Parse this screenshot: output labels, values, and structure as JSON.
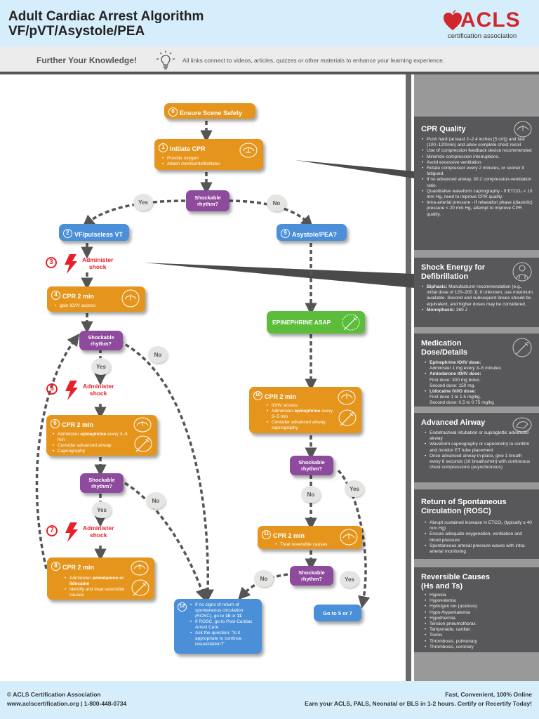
{
  "header": {
    "title_line1": "Adult Cardiac Arrest Algorithm",
    "title_line2": "VF/pVT/Asystole/PEA",
    "logo_text": "ACLS",
    "logo_subtext": "certification association"
  },
  "knowledge_bar": {
    "title": "Further Your Knowledge!",
    "icon": "lightbulb-icon",
    "description": "All links connect to videos, articles, quizzes or other materials to enhance your learning experience."
  },
  "flowchart": {
    "step0": {
      "num": "0",
      "title": "Ensure Scene Safety"
    },
    "step1": {
      "num": "1",
      "title": "Initiate CPR",
      "items": [
        "Provide oxygen",
        "Attach monitor/defibrillator"
      ]
    },
    "decision1": "Shockable rhythm?",
    "yes": "Yes",
    "no": "No",
    "step2": {
      "num": "2",
      "title": "VF/pulseless VT"
    },
    "step9": {
      "num": "9",
      "title": "Asystole/PEA?"
    },
    "step3": {
      "num": "3",
      "line1": "Administer",
      "line2": "shock"
    },
    "step4": {
      "num": "4",
      "title": "CPR 2 min",
      "items": [
        "gain IO/IV access"
      ]
    },
    "decision2": "Shockable rhythm?",
    "step5": {
      "num": "5",
      "line1": "Administer",
      "line2": "shock"
    },
    "step6": {
      "num": "6",
      "title": "CPR 2 min",
      "items": [
        {
          "pre": "Administer ",
          "bold": "epinephrine",
          "post": " every 3–5 min"
        },
        {
          "pre": "Consider advanced airway",
          "bold": "",
          "post": ""
        },
        {
          "pre": "Capnography",
          "bold": "",
          "post": ""
        }
      ]
    },
    "decision3": "Shockable rhythm?",
    "step7": {
      "num": "7",
      "line1": "Administer",
      "line2": "shock"
    },
    "step8": {
      "num": "8",
      "title": "CPR 2 min",
      "items": [
        {
          "pre": "Administer ",
          "bold": "amiodarone or lidocaine",
          "post": ""
        },
        {
          "pre": "Identify and treat reversible causes",
          "bold": "",
          "post": ""
        }
      ]
    },
    "epinephrine": "EPINEPHRINE ASAP",
    "step10": {
      "num": "10",
      "title": "CPR 2 min",
      "items": [
        {
          "pre": "IO/IV access",
          "bold": "",
          "post": ""
        },
        {
          "pre": "Administer ",
          "bold": "epinephrine",
          "post": " every 3–5 min"
        },
        {
          "pre": "Consider advanced airway, capnography",
          "bold": "",
          "post": ""
        }
      ]
    },
    "decision4": "Shockable rhythm?",
    "step11": {
      "num": "11",
      "title": "CPR 2 min",
      "items": [
        "Treat reversible causes"
      ]
    },
    "decision5": "Shockable rhythm?",
    "goto": "Go to 5 or 7",
    "step12": {
      "num": "12",
      "items": [
        {
          "pre": "If no signs of return of spontaneous circulation (ROSC), go to ",
          "bold": "10",
          "mid": " or ",
          "bold2": "11"
        },
        {
          "pre": "If ROSC, go to Post-Cardiac Arrest Care"
        },
        {
          "pre": "Ask the question: \"Is it appropriate to continue resuscitation?\""
        }
      ]
    }
  },
  "sidebar": {
    "cpr_quality": {
      "title": "CPR Quality",
      "items": [
        "Push hard (at least 2–2.4 inches [5 cm]) and fast (100–120/min) and allow complete chest recoil.",
        "Use of compression feedback device recommended",
        "Minimize compression interruptions.",
        "Avoid excessive ventilation.",
        "Rotate compressor every 2 minutes, or sooner if fatigued.",
        "If no advanced airway, 30:2 compression-ventilation ratio.",
        "Quantitative waveform capnography - If ETCO₂ < 10 mm Hg, need to improve CPR quality.",
        "Intra-arterial pressure - If relaxation phase (diastolic) pressure < 20 mm Hg, attempt to improve CPR quality."
      ]
    },
    "shock_energy": {
      "title": "Shock Energy for Defibrillation",
      "items": [
        {
          "label": "Biphasic:",
          "text": " Manufacturer recommendation (e.g., initial dose of 120–200 J); if unknown, use maximum available. Second and subsequent doses should be equivalent, and higher doses may be considered."
        },
        {
          "label": "Monophasic:",
          "text": " 360 J"
        }
      ]
    },
    "medication": {
      "title": "Medication Dose/Details",
      "items": [
        {
          "label": "Epinephrine IO/IV dose:",
          "lines": [
            "Administer 1 mg every 3–5 minutes"
          ]
        },
        {
          "label": "Amiodarone IO/IV dose:",
          "lines": [
            "First dose: 300 mg bolus.",
            "Second dose: 150 mg."
          ]
        },
        {
          "label": "Lidocaine IV/IO dose:",
          "lines": [
            "First dose 1 to 1.5 mg/kg.",
            "Second dose: 0.5 to 0.75 mg/kg"
          ]
        }
      ]
    },
    "advanced_airway": {
      "title": "Advanced Airway",
      "items": [
        "Endotracheal intubation or supraglottic advanced airway",
        "Waveform capnography or capnometry to confirm and monitor ET tube placement",
        "Once advanced airway in place, give 1 breath every 6 seconds (10 breaths/min) with continuous chest compressions (asynchronous)"
      ]
    },
    "rosc": {
      "title": "Return of Spontaneous Circulation (ROSC)",
      "items": [
        "Abrupt sustained increase in ETCO₂ (typically ≥ 40 mm Hg)",
        "Ensure adequate oxygenation, ventilation and blood pressure",
        "Spontaneous arterial pressure waves with intra-arterial monitoring"
      ]
    },
    "reversible_causes": {
      "title": "Reversible Causes (Hs and Ts)",
      "items": [
        "Hypoxia",
        "Hypovolemia",
        "Hydrogen ion (acidosis)",
        "Hypo-/hyperkalemia",
        "Hypothermia",
        "Tension pneumothorax",
        "Tamponade, cardiac",
        "Toxins",
        "Thrombosis, pulmonary",
        "Thrombosis, coronary"
      ]
    }
  },
  "footer": {
    "copyright": "© ACLS Certification Association",
    "contact": "www.aclscertification.org | 1-800-448-0734",
    "tagline": "Fast, Convenient, 100% Online",
    "cta": "Earn your ACLS, PALS, Neonatal or BLS in 1-2 hours. Certify or Recertify Today!"
  },
  "colors": {
    "header_bg": "#d6eefb",
    "action_orange": "#e6951c",
    "rhythm_blue": "#4a8fd8",
    "decision_purple": "#8e4a9c",
    "drug_green": "#5bbd3a",
    "shock_red": "#e62129",
    "panel_gray": "#58585a"
  }
}
